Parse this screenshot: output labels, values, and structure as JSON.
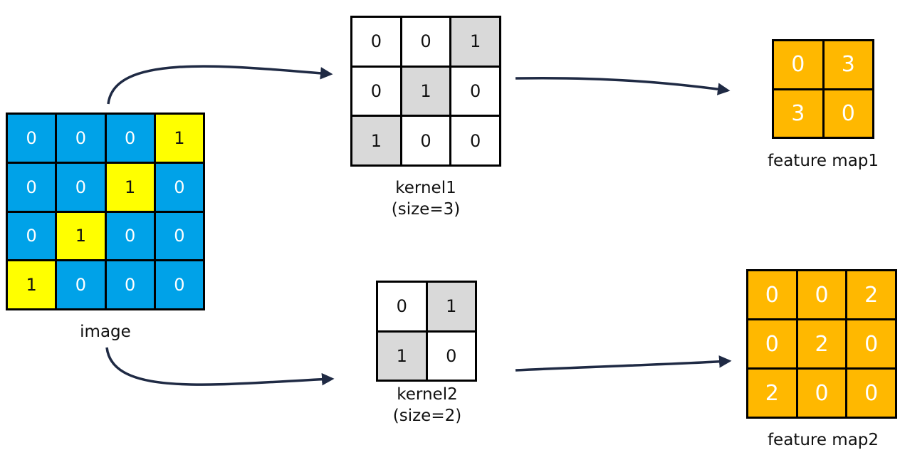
{
  "colors": {
    "image_on": "#ffff00",
    "image_off": "#00a2e8",
    "kernel_on": "#d9d9d9",
    "kernel_off": "#ffffff",
    "feature_map": "#ffb800",
    "arrow": "#1f2a44"
  },
  "image": {
    "label": "image",
    "rows": [
      [
        "0",
        "0",
        "0",
        "1"
      ],
      [
        "0",
        "0",
        "1",
        "0"
      ],
      [
        "0",
        "1",
        "0",
        "0"
      ],
      [
        "1",
        "0",
        "0",
        "0"
      ]
    ]
  },
  "kernel1": {
    "label": "kernel1",
    "size_label": "(size=3)",
    "rows": [
      [
        "0",
        "0",
        "1"
      ],
      [
        "0",
        "1",
        "0"
      ],
      [
        "1",
        "0",
        "0"
      ]
    ]
  },
  "kernel2": {
    "label": "kernel2",
    "size_label": "(size=2)",
    "rows": [
      [
        "0",
        "1"
      ],
      [
        "1",
        "0"
      ]
    ]
  },
  "feature_map1": {
    "label": "feature map1",
    "rows": [
      [
        "0",
        "3"
      ],
      [
        "3",
        "0"
      ]
    ]
  },
  "feature_map2": {
    "label": "feature map2",
    "rows": [
      [
        "0",
        "0",
        "2"
      ],
      [
        "0",
        "2",
        "0"
      ],
      [
        "2",
        "0",
        "0"
      ]
    ]
  }
}
